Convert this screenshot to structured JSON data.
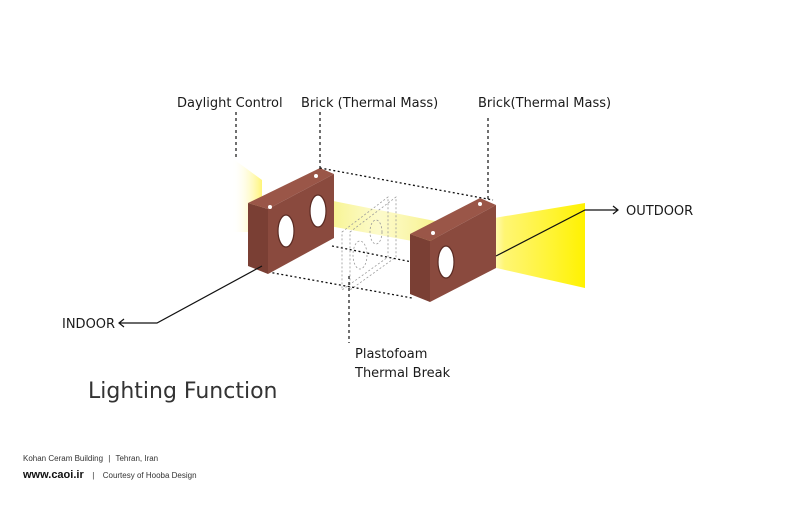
{
  "labels": {
    "daylight_control": "Daylight Control",
    "brick_left": "Brick (Thermal Mass)",
    "brick_right": "Brick(Thermal Mass)",
    "outdoor": "OUTDOOR",
    "indoor": "INDOOR",
    "plastofoam_line1": "Plastofoam",
    "plastofoam_line2": "Thermal Break"
  },
  "title": "Lighting Function",
  "footer": {
    "building": "Kohan Ceram Building",
    "separator1": "|",
    "location": "Tehran, Iran",
    "site": "www.caoi.ir",
    "separator2": "|",
    "courtesy": "Courtesy of Hooba Design"
  },
  "colors": {
    "brick_front": "#8a4a3e",
    "brick_top": "#9a5648",
    "brick_side": "#6e3a30",
    "light": "#fff14a",
    "line": "#111111"
  }
}
